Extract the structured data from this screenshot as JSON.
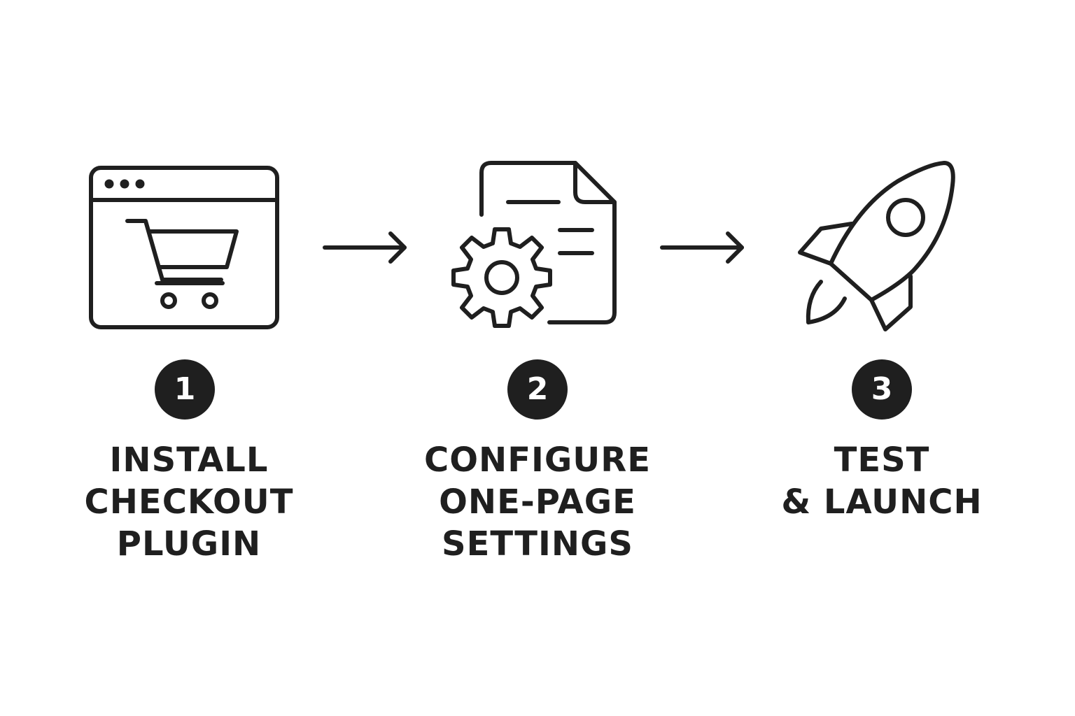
{
  "steps": [
    {
      "number": "1",
      "icon": "browser-cart-icon",
      "label_lines": [
        "INSTALL",
        "CHECKOUT",
        "PLUGIN"
      ]
    },
    {
      "number": "2",
      "icon": "document-gear-icon",
      "label_lines": [
        "CONFIGURE",
        "ONE-PAGE",
        "SETTINGS"
      ]
    },
    {
      "number": "3",
      "icon": "rocket-icon",
      "label_lines": [
        "TEST",
        "& LAUNCH"
      ]
    }
  ],
  "colors": {
    "foreground": "#1f1f1f",
    "background": "#ffffff",
    "badge_text": "#ffffff"
  }
}
